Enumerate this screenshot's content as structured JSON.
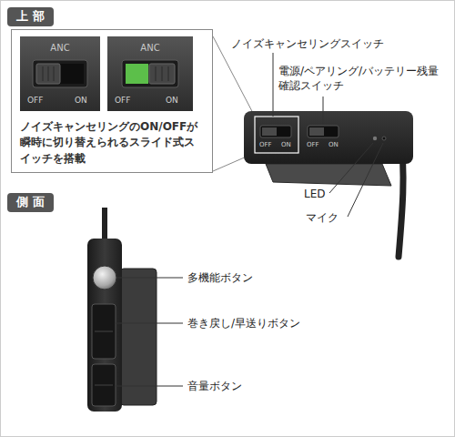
{
  "diagram": {
    "nodes": [
      {
        "text": [
          "上部"
        ]
      },
      {
        "text": [
          "ノイズキャンセリングのON/OFFが瞬時に切り替えられるスライド式スイッチを搭載"
        ]
      },
      {
        "text": [
          "側面"
        ]
      }
    ],
    "labels": [
      "ANC",
      "OFF",
      "ON",
      "ANC",
      "OFF",
      "ON",
      "ノイズキャンセリングスイッチ",
      "電源/ペアリング/バッテリー残量確認スイッチ",
      "LED",
      "マイク",
      "多機能ボタン",
      "巻き戻し/早送りボタン",
      "音量ボタン",
      "OFF",
      "ON",
      "OFF",
      "ON"
    ]
  }
}
